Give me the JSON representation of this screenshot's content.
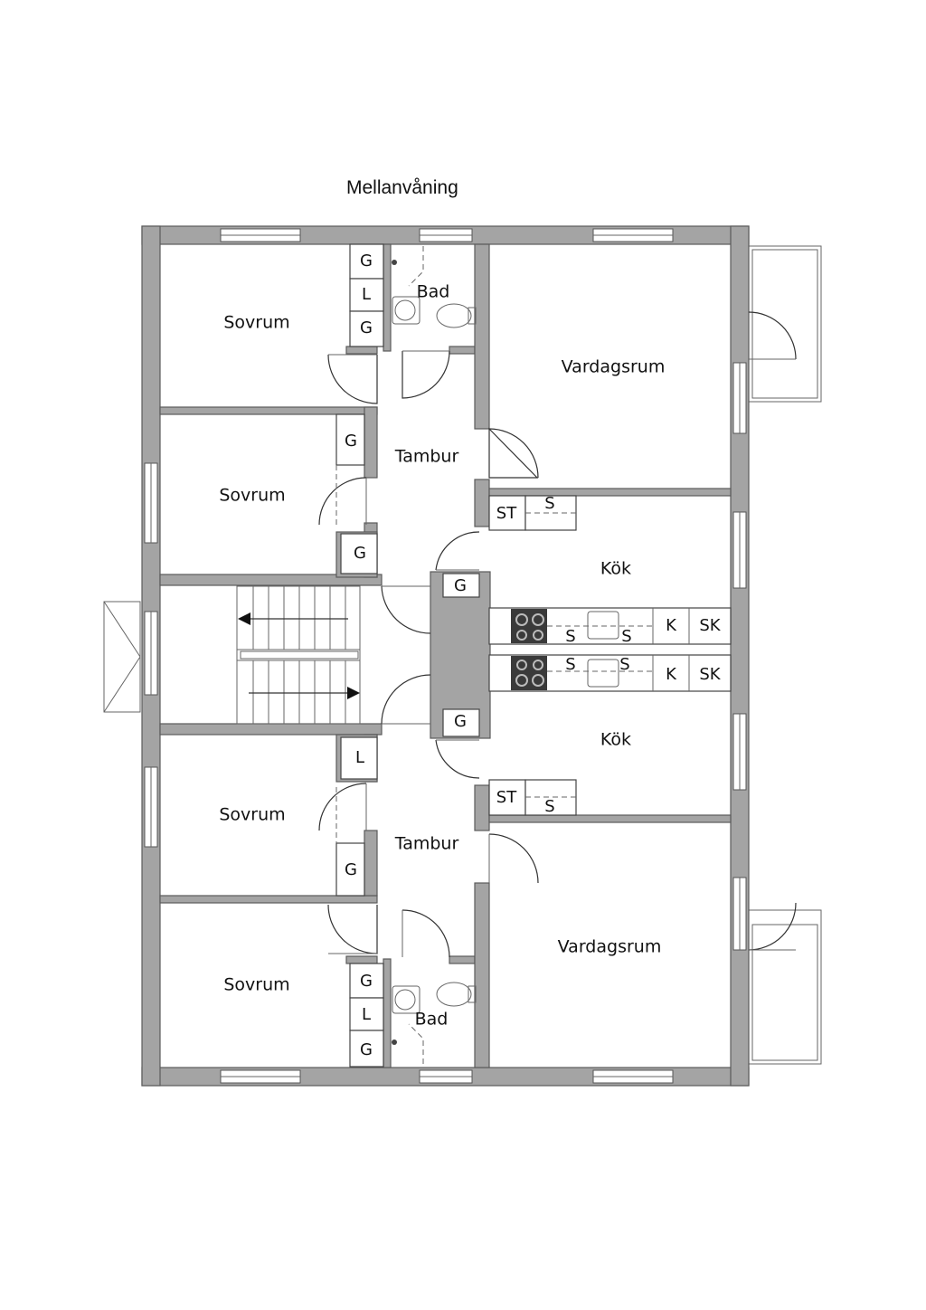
{
  "plan": {
    "title": "Mellanvåning",
    "rooms": {
      "sovrum_1": "Sovrum",
      "sovrum_2": "Sovrum",
      "sovrum_3": "Sovrum",
      "sovrum_4": "Sovrum",
      "bad_top": "Bad",
      "bad_bottom": "Bad",
      "vardagsrum_top": "Vardagsrum",
      "vardagsrum_bottom": "Vardagsrum",
      "tambur_top": "Tambur",
      "tambur_bottom": "Tambur",
      "kok_top": "Kök",
      "kok_bottom": "Kök"
    },
    "fixtures": {
      "g": "G",
      "l": "L",
      "s": "S",
      "st": "ST",
      "k": "K",
      "sk": "SK"
    }
  }
}
